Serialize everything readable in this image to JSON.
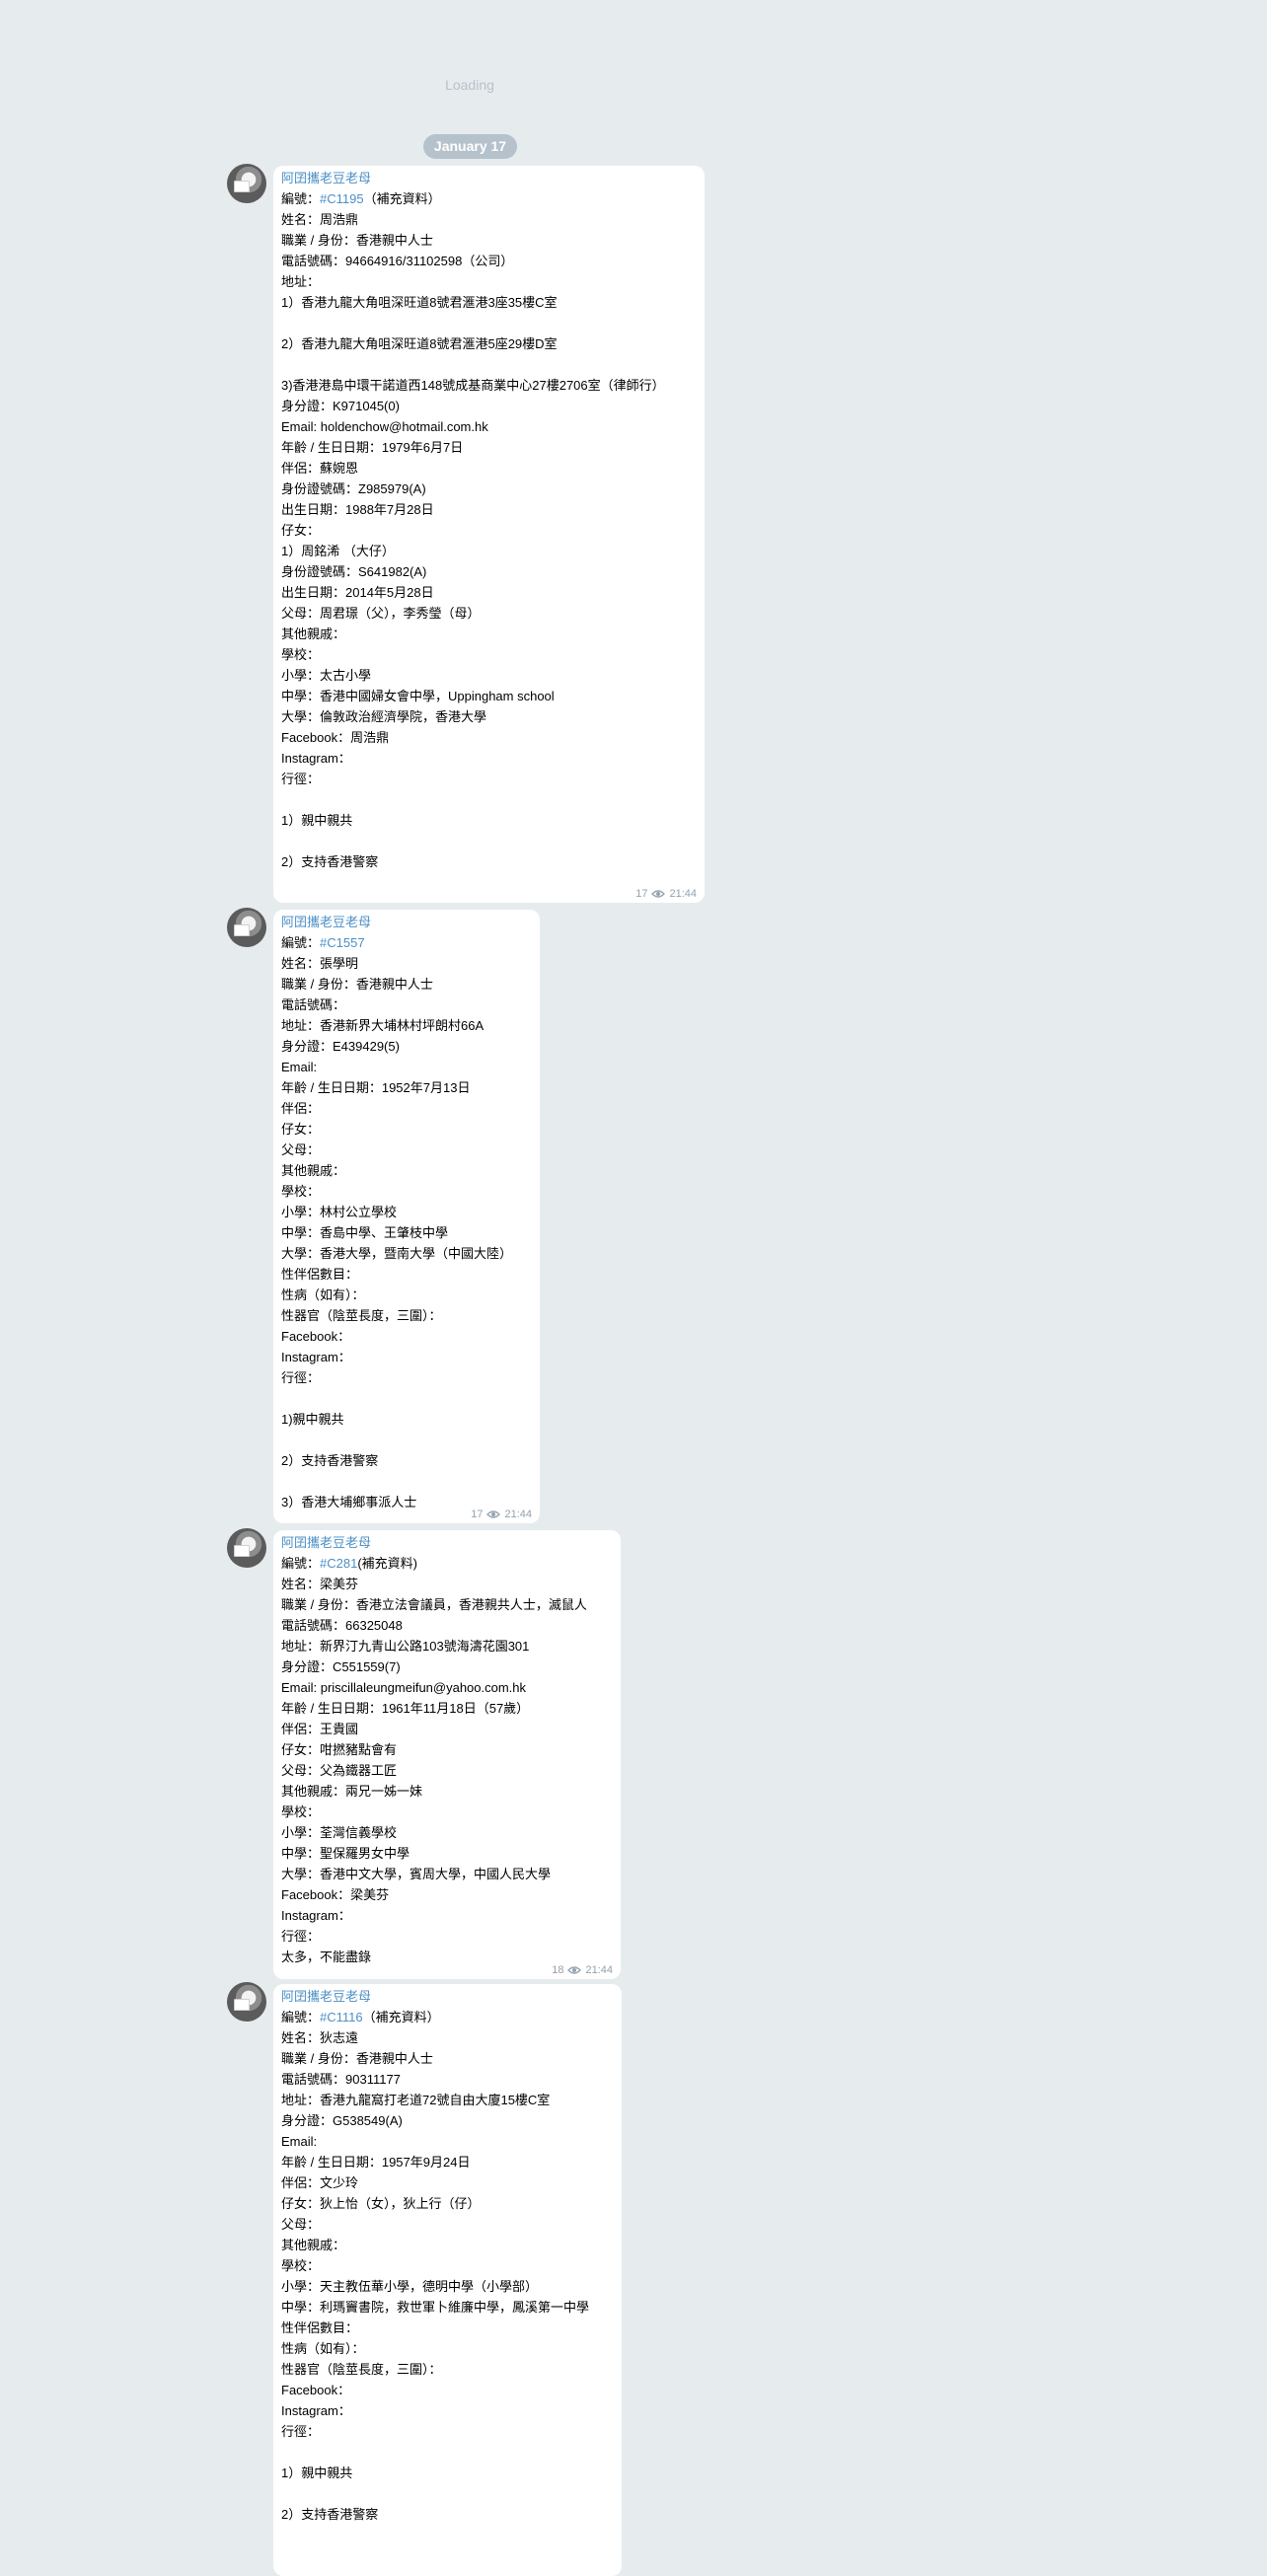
{
  "loading_text": "Loading",
  "date_label": "January 17",
  "messages": [
    {
      "sender": "阿囝攜老豆老母",
      "tag": "#C1195",
      "tag_prefix": "編號：",
      "tag_suffix": "（補充資料）",
      "body": "姓名：周浩鼎\n職業 / 身份：香港親中人士\n電話號碼：94664916/31102598（公司）\n地址：\n1）香港九龍大角咀深旺道8號君滙港3座35樓C室\n\n2）香港九龍大角咀深旺道8號君滙港5座29樓D室\n\n3)香港港島中環干諾道西148號成基商業中心27樓2706室（律師行）\n身分證：K971045(0)\nEmail: holdenchow@hotmail.com.hk\n年齡 / 生日日期：1979年6月7日\n伴侶：蘇婉恩\n身份證號碼：Z985979(A)\n出生日期：1988年7月28日\n仔女：\n1）周銘浠 （大仔）\n身份證號碼：S641982(A)\n出生日期：2014年5月28日\n父母：周君璟（父），李秀瑩（母）\n其他親戚：\n學校：\n小學：太古小學\n中學：香港中國婦女會中學，Uppingham school\n大學：倫敦政治經濟學院，香港大學\nFacebook：周浩鼎\nInstagram：\n行徑：\n\n1）親中親共\n\n2）支持香港警察",
      "views": "17",
      "time": "21:44"
    },
    {
      "sender": "阿囝攜老豆老母",
      "tag": "#C1557",
      "tag_prefix": "編號：",
      "tag_suffix": "",
      "body": "姓名：張學明\n職業 / 身份：香港親中人士\n電話號碼：\n地址：香港新界大埔林村坪朗村66A\n身分證：E439429(5)\nEmail:\n年齡 / 生日日期：1952年7月13日\n伴侶：\n仔女：\n父母：\n其他親戚：\n學校：\n小學：林村公立學校\n中學：香島中學、王肇枝中學\n大學：香港大學，暨南大學（中國大陸）\n性伴侶數目：\n性病（如有）：\n性器官（陰莖長度，三圍）：\nFacebook：\nInstagram：\n行徑：\n\n1)親中親共\n\n2）支持香港警察\n\n3）香港大埔鄉事派人士",
      "views": "17",
      "time": "21:44"
    },
    {
      "sender": "阿囝攜老豆老母",
      "tag": "#C281",
      "tag_prefix": "編號：",
      "tag_suffix": "(補充資料)",
      "body": "姓名：梁美芬\n職業 / 身份：香港立法會議員，香港親共人士，滅鼠人\n電話號碼：66325048\n地址：新界汀九青山公路103號海濤花園301\n身分證：C551559(7)\nEmail: priscillaleungmeifun@yahoo.com.hk\n年齡 / 生日日期：1961年11月18日（57歲）\n伴侶：王貴國\n仔女：咁撚豬點會有\n父母：父為鐵器工匠\n其他親戚：兩兄一姊一妹\n學校：\n小學：荃灣信義學校\n中學：聖保羅男女中學\n大學：香港中文大學，賓周大學，中國人民大學\nFacebook：梁美芬\nInstagram：\n行徑：\n太多，不能盡錄",
      "views": "18",
      "time": "21:44"
    },
    {
      "sender": "阿囝攜老豆老母",
      "tag": "#C1116",
      "tag_prefix": "編號：",
      "tag_suffix": "（補充資料）",
      "body": "姓名：狄志遠\n職業 / 身份：香港親中人士\n電話號碼：90311177\n地址：香港九龍窩打老道72號自由大廈15樓C室\n身分證：G538549(A)\nEmail:\n年齡 / 生日日期：1957年9月24日\n伴侶：文少玲\n仔女：狄上怡（女），狄上行（仔）\n父母：\n其他親戚：\n學校：\n小學：天主教伍華小學，德明中學（小學部）\n中學：利瑪竇書院，救世軍卜維廉中學，鳳溪第一中學\n性伴侶數目：\n性病（如有）：\n性器官（陰莖長度，三圍）：\nFacebook：\nInstagram：\n行徑：\n\n1）親中親共\n\n2）支持香港警察",
      "views": "",
      "time": ""
    }
  ]
}
